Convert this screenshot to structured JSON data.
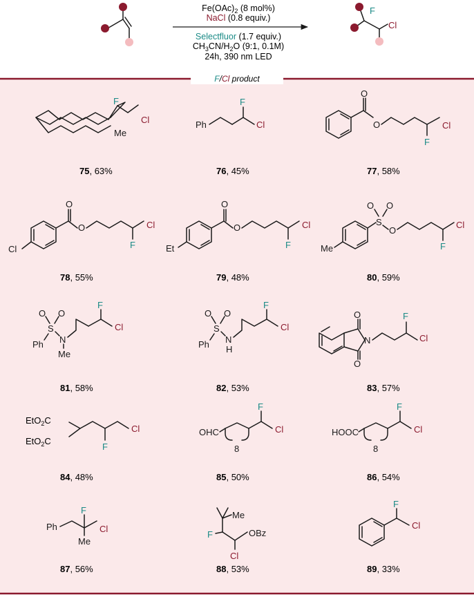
{
  "reaction": {
    "catalyst": "Fe(OAc)",
    "catalyst_sub": "2",
    "catalyst_load": " (8 mol%)",
    "additive": "NaCl",
    "additive_equiv": " (0.8 equiv.)",
    "oxidant": "Selectfluor",
    "oxidant_equiv": " (1.7 equiv.)",
    "solvent_a": "CH",
    "solvent_sub1": "3",
    "solvent_b": "CN/H",
    "solvent_sub2": "2",
    "solvent_c": "O (9:1, 0.1M)",
    "conditions": "24h, 390 nm LED",
    "banner_f": "F",
    "banner_sep": "/",
    "banner_cl": "Cl",
    "banner_rest": " product"
  },
  "atoms": {
    "F": "F",
    "Cl": "Cl",
    "Me": "Me",
    "Ph": "Ph",
    "Et": "Et",
    "O": "O",
    "S": "S",
    "N": "N",
    "H": "H",
    "OHC": "OHC",
    "HOOC": "HOOC",
    "n8": "8",
    "EtO2C_a": "EtO",
    "EtO2C_sub": "2",
    "EtO2C_b": "C",
    "OBz": "OBz"
  },
  "products": [
    {
      "id": "75",
      "yield": ", 63%"
    },
    {
      "id": "76",
      "yield": ", 45%"
    },
    {
      "id": "77",
      "yield": ", 58%"
    },
    {
      "id": "78",
      "yield": ", 55%"
    },
    {
      "id": "79",
      "yield": ", 48%"
    },
    {
      "id": "80",
      "yield": ", 59%"
    },
    {
      "id": "81",
      "yield": ", 58%"
    },
    {
      "id": "82",
      "yield": ", 53%"
    },
    {
      "id": "83",
      "yield": ", 57%"
    },
    {
      "id": "84",
      "yield": ", 48%"
    },
    {
      "id": "85",
      "yield": ", 50%"
    },
    {
      "id": "86",
      "yield": ", 54%"
    },
    {
      "id": "87",
      "yield": ", 56%"
    },
    {
      "id": "88",
      "yield": ", 53%"
    },
    {
      "id": "89",
      "yield": ", 33%"
    }
  ],
  "colors": {
    "accent": "#8b1a2e",
    "fluorine": "#1a8a86",
    "panel": "#fbe9ea",
    "alkene_dot": "#f4bcbf"
  }
}
